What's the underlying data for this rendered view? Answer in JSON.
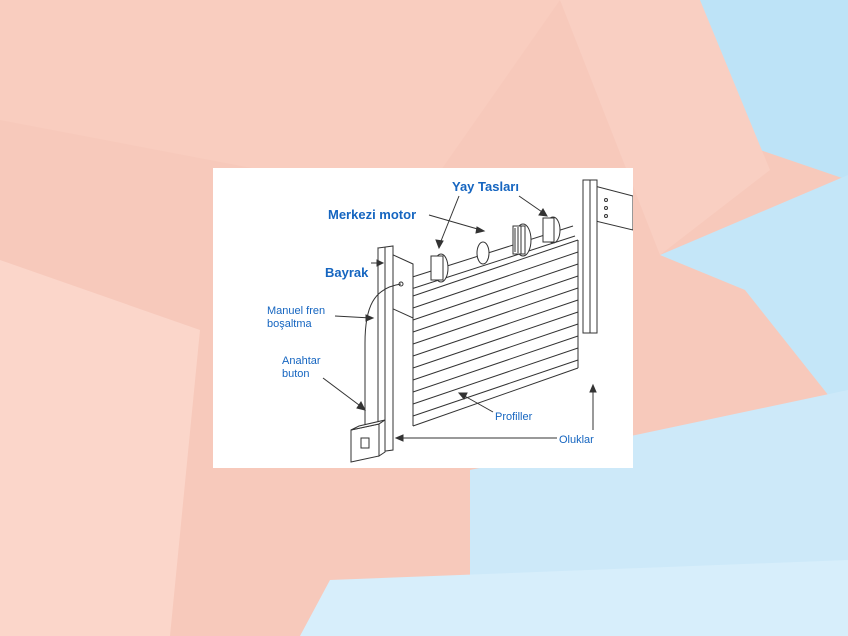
{
  "labels": {
    "yay_taslari": "Yay Tasları",
    "merkezi_motor": "Merkezi motor",
    "bayrak": "Bayrak",
    "manuel_fren_1": "Manuel fren",
    "manuel_fren_2": "boşaltma",
    "anahtar_1": "Anahtar",
    "anahtar_2": "buton",
    "profiller": "Profiller",
    "oluklar": "Oluklar"
  },
  "colors": {
    "label": "#1565c0",
    "drawing": "#333333",
    "background_salmon": "#f7c9bb",
    "background_blue": "#c9e6f7"
  }
}
